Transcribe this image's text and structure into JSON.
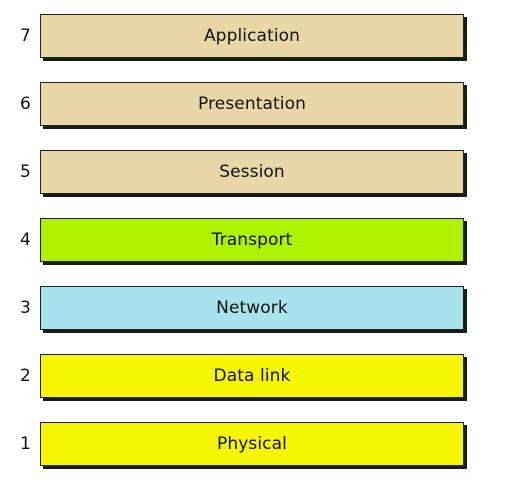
{
  "layers": [
    {
      "number": "7",
      "name": "Application",
      "color": "#E8D6A6"
    },
    {
      "number": "6",
      "name": "Presentation",
      "color": "#E8D6A6"
    },
    {
      "number": "5",
      "name": "Session",
      "color": "#E8D6A6"
    },
    {
      "number": "4",
      "name": "Transport",
      "color": "#AEF200"
    },
    {
      "number": "3",
      "name": "Network",
      "color": "#A8E2EC"
    },
    {
      "number": "2",
      "name": "Data link",
      "color": "#F6F600"
    },
    {
      "number": "1",
      "name": "Physical",
      "color": "#F6F600"
    }
  ]
}
